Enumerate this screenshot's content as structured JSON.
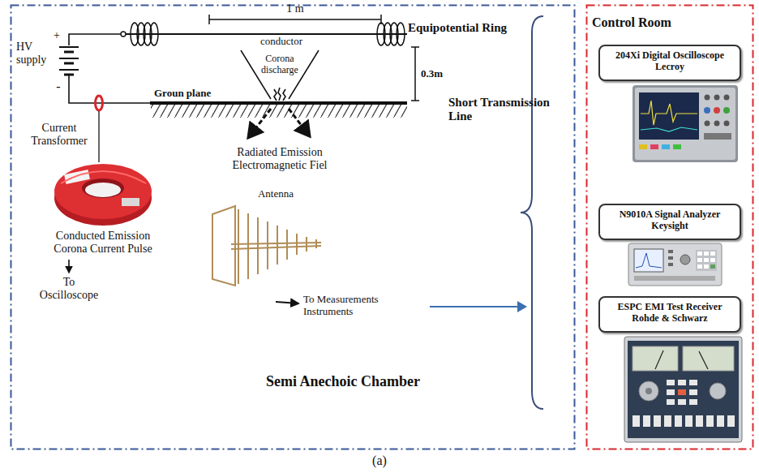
{
  "diagram": {
    "caption": "(a)",
    "nodes": [
      {
        "text": [
          "Semi Anechoic Chamber"
        ]
      },
      {
        "text": [
          "Control Room"
        ]
      },
      {
        "text": [
          "204Xi Digital Oscilloscope Lecroy"
        ],
        "in": 1
      },
      {
        "text": [
          "N9010A Signal Analyzer Keysight"
        ],
        "in": 1
      },
      {
        "text": [
          "ESPC EMI Test Receiver Rohde & Schwarz"
        ],
        "in": 1
      }
    ],
    "labels": [
      "1 m",
      "conductor",
      "Equipotential Ring",
      "HV supply",
      "+",
      "-",
      "Corona discharge",
      "0.3m",
      "Groun plane",
      "Short Transmission Line",
      "Current Transformer",
      "Conducted Emission Corona Current Pulse",
      "To Oscilloscope",
      "Radiated Emission Electromagnetic Fiel",
      "Antenna",
      "To Measurements Instruments"
    ]
  }
}
